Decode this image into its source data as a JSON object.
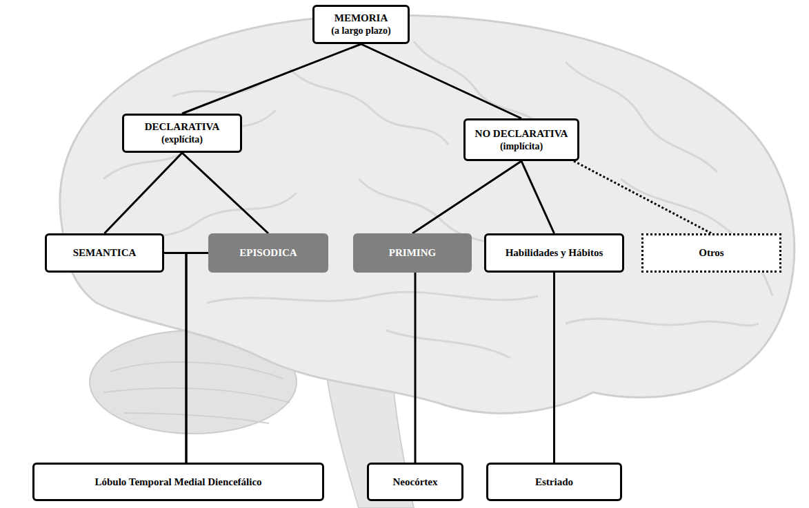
{
  "diagram": {
    "nodes": [
      {
        "text": [
          "MEMORIA",
          "(a largo plazo)"
        ]
      },
      {
        "text": [
          "DECLARATIVA",
          "(explícita)"
        ]
      },
      {
        "text": [
          "NO DECLARATIVA",
          "(implícita)"
        ]
      },
      {
        "text": [
          "SEMANTICA"
        ]
      },
      {
        "text": [
          "EPISODICA"
        ]
      },
      {
        "text": [
          "PRIMING"
        ]
      },
      {
        "text": [
          "Habilidades y Hábitos"
        ]
      },
      {
        "text": [
          "Otros"
        ]
      },
      {
        "text": [
          "Lóbulo Temporal Medial Diencefálico"
        ]
      },
      {
        "text": [
          "Neocórtex"
        ]
      },
      {
        "text": [
          "Estriado"
        ]
      }
    ],
    "edges": [
      {
        "from": 0,
        "to": 1,
        "arrow": "none"
      },
      {
        "from": 0,
        "to": 2,
        "arrow": "none"
      },
      {
        "from": 1,
        "to": 3,
        "arrow": "none"
      },
      {
        "from": 1,
        "to": 4,
        "arrow": "none"
      },
      {
        "from": 2,
        "to": 5,
        "arrow": "none"
      },
      {
        "from": 2,
        "to": 6,
        "arrow": "none"
      },
      {
        "from": 2,
        "to": 7,
        "arrow": "none"
      },
      {
        "from": 3,
        "to": 8,
        "arrow": "none"
      },
      {
        "from": 4,
        "to": 8,
        "arrow": "none"
      },
      {
        "from": 5,
        "to": 9,
        "arrow": "none"
      },
      {
        "from": 6,
        "to": 10,
        "arrow": "none"
      }
    ]
  }
}
